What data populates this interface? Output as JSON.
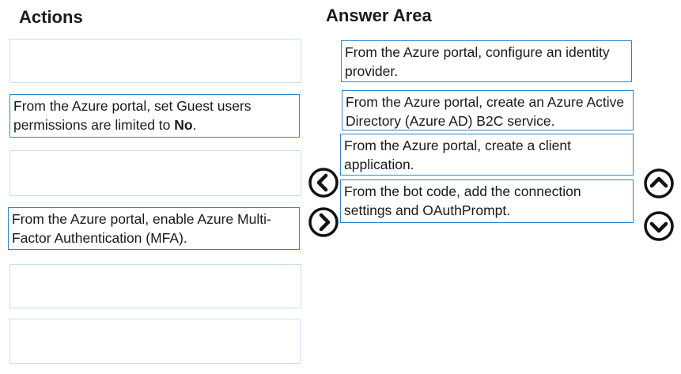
{
  "headings": {
    "actions": "Actions",
    "answer_area": "Answer Area"
  },
  "actions": [
    {
      "text": ""
    },
    {
      "text_before": "From the Azure portal, set Guest users permissions are limited to ",
      "text_bold": "No",
      "text_after": "."
    },
    {
      "text": ""
    },
    {
      "text": "From the Azure portal, enable Azure Multi-Factor Authentication (MFA)."
    },
    {
      "text": ""
    },
    {
      "text": ""
    }
  ],
  "answer_area": [
    {
      "text": "From the Azure portal, configure an identity provider."
    },
    {
      "text": "From the Azure portal, create an Azure Active Directory (Azure AD) B2C service."
    },
    {
      "text": "From the Azure portal, create a client application."
    },
    {
      "text": "From the bot code, add the connection settings and OAuthPrompt."
    }
  ],
  "controls": {
    "move_left_icon": "chevron-left-circle",
    "move_right_icon": "chevron-right-circle",
    "move_up_icon": "chevron-up-circle",
    "move_down_icon": "chevron-down-circle"
  },
  "colors": {
    "tile_border": "#2e86c9",
    "empty_slot_border": "#c9dff0"
  }
}
